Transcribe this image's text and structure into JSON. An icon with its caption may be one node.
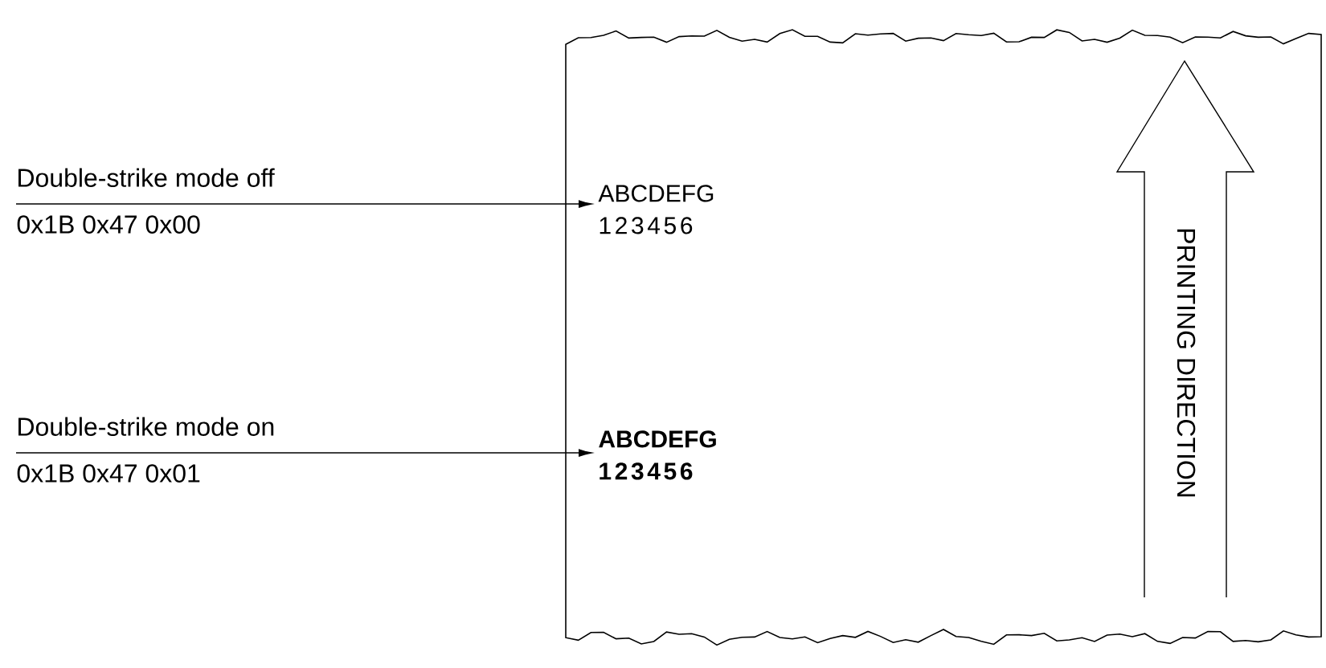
{
  "diagram": {
    "nodes": [
      {
        "text": [
          "Double-strike mode off",
          "0x1B 0x47 0x00"
        ]
      },
      {
        "text": [],
        "shape": "box"
      },
      {
        "text": [
          "ABCDEFG",
          "123456"
        ],
        "in": 1
      },
      {
        "text": [
          "ABCDEFG",
          "123456"
        ],
        "in": 1
      },
      {
        "text": [
          "PRINTING DIRECTION"
        ],
        "in": 1
      },
      {
        "text": [
          "Double-strike mode on",
          "0x1B 0x47 0x01"
        ]
      }
    ],
    "edges": [
      {
        "from": 0,
        "to": 2,
        "arrow": "to"
      },
      {
        "from": 5,
        "to": 3,
        "arrow": "to"
      }
    ]
  }
}
